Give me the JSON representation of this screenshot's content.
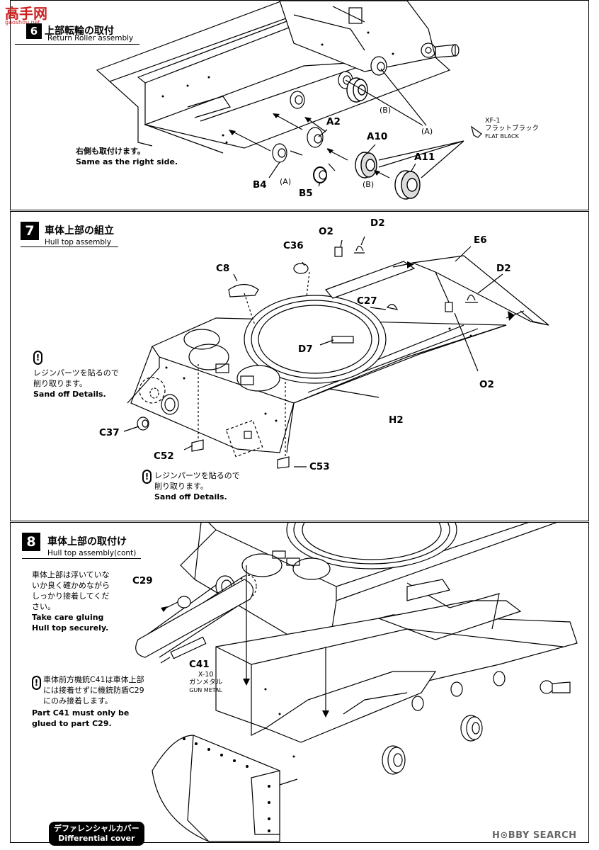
{
  "watermark": {
    "site_logo": "高手网",
    "site_url": "gaoshou.net",
    "hobby_search": "H⊙BBY SEARCH"
  },
  "step6": {
    "number": "6",
    "title_jp": "上部転輪の取付",
    "title_en": "Return Roller assembly",
    "note_jp": "右側も取付けます。",
    "note_en": "Same as the right side.",
    "labels": {
      "a2": "A2",
      "a10": "A10",
      "a11": "A11",
      "b4": "B4",
      "b5": "B5",
      "a_paren": "(A)",
      "b_paren": "(B)"
    },
    "paint": {
      "code": "XF-1",
      "jp": "フラットブラック",
      "en": "FLAT BLACK"
    }
  },
  "step7": {
    "number": "7",
    "title_jp": "車体上部の組立",
    "title_en": "Hull top assembly",
    "labels": {
      "o2": "O2",
      "d2": "D2",
      "c36": "C36",
      "c8": "C8",
      "e6": "E6",
      "c27": "C27",
      "d7": "D7",
      "c37": "C37",
      "c52": "C52",
      "c53": "C53",
      "h2": "H2"
    },
    "warn1_jp_1": "レジンパーツを貼るので",
    "warn1_jp_2": "削り取ります。",
    "warn1_en": "Sand off Details.",
    "warn2_jp_1": "レジンパーツを貼るので",
    "warn2_jp_2": "削り取ります。",
    "warn2_en": "Sand off Details."
  },
  "step8": {
    "number": "8",
    "title_jp": "車体上部の取付け",
    "title_en": "Hull top assembly(cont)",
    "note1_jp": [
      "車体上部は浮いていな",
      "いか良く確かめながら",
      "しっかり接着してくだ",
      "さい。"
    ],
    "note1_en": [
      "Take care gluing",
      "Hull top securely."
    ],
    "note2_jp": [
      "車体前方機銃C41は車体上部",
      "には接着せずに機銃防盾C29",
      "にのみ接着します。"
    ],
    "note2_en": [
      "Part C41 must only be",
      "glued to part C29."
    ],
    "labels": {
      "c29": "C29",
      "c41": "C41"
    },
    "paint": {
      "code": "X-10",
      "jp": "ガンメタル",
      "en": "GUN METAL"
    },
    "diff_jp": "デファレンシャルカバー",
    "diff_en": "Differential cover"
  }
}
